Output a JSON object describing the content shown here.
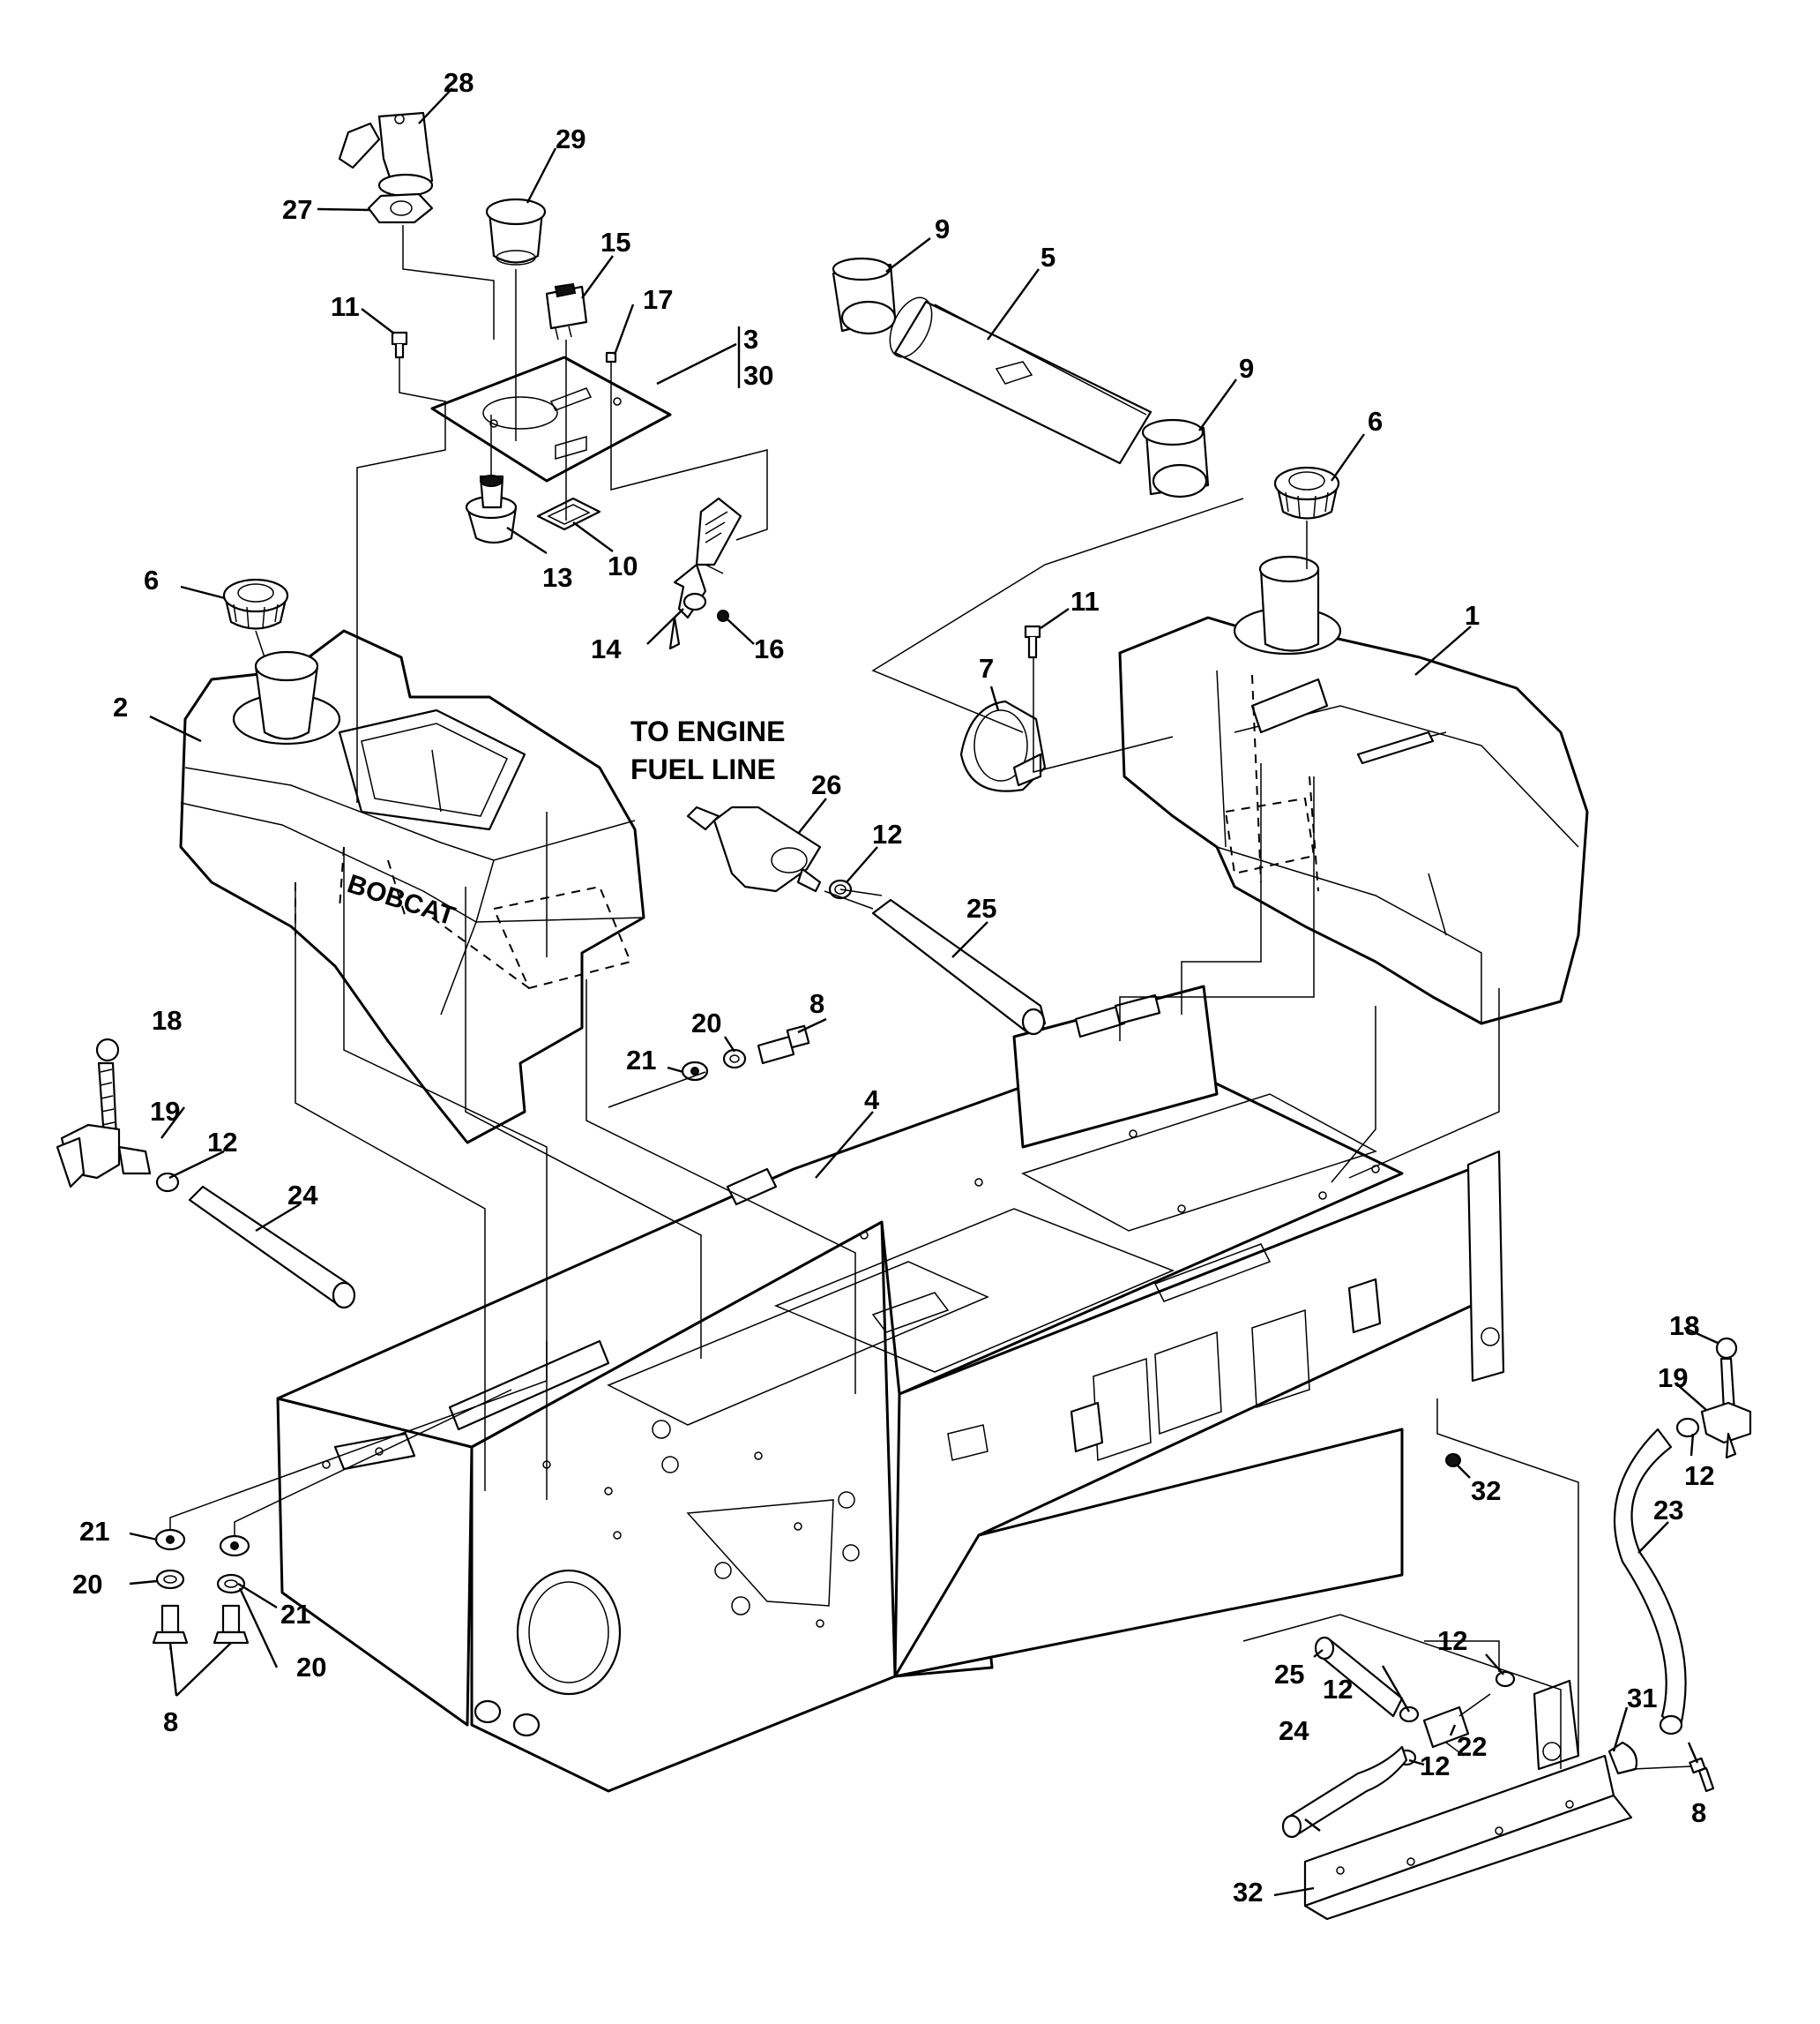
{
  "note": {
    "line1": "TO ENGINE",
    "line2": "FUEL LINE"
  },
  "brand_text": "BOBCAT",
  "callouts": [
    {
      "id": "c28",
      "label": "28"
    },
    {
      "id": "c29",
      "label": "29"
    },
    {
      "id": "c27",
      "label": "27"
    },
    {
      "id": "c15",
      "label": "15"
    },
    {
      "id": "c11a",
      "label": "11"
    },
    {
      "id": "c17",
      "label": "17"
    },
    {
      "id": "c3",
      "label": "3"
    },
    {
      "id": "c30",
      "label": "30"
    },
    {
      "id": "c13",
      "label": "13"
    },
    {
      "id": "c10",
      "label": "10"
    },
    {
      "id": "c14",
      "label": "14"
    },
    {
      "id": "c16",
      "label": "16"
    },
    {
      "id": "c9a",
      "label": "9"
    },
    {
      "id": "c5",
      "label": "5"
    },
    {
      "id": "c9b",
      "label": "9"
    },
    {
      "id": "c6a",
      "label": "6"
    },
    {
      "id": "c6b",
      "label": "6"
    },
    {
      "id": "c2",
      "label": "2"
    },
    {
      "id": "c1",
      "label": "1"
    },
    {
      "id": "c11b",
      "label": "11"
    },
    {
      "id": "c7",
      "label": "7"
    },
    {
      "id": "c26",
      "label": "26"
    },
    {
      "id": "c12a",
      "label": "12"
    },
    {
      "id": "c25a",
      "label": "25"
    },
    {
      "id": "c20a",
      "label": "20"
    },
    {
      "id": "c8a",
      "label": "8"
    },
    {
      "id": "c21a",
      "label": "21"
    },
    {
      "id": "c4",
      "label": "4"
    },
    {
      "id": "c18a",
      "label": "18"
    },
    {
      "id": "c19a",
      "label": "19"
    },
    {
      "id": "c12b",
      "label": "12"
    },
    {
      "id": "c24a",
      "label": "24"
    },
    {
      "id": "c18b",
      "label": "18"
    },
    {
      "id": "c19b",
      "label": "19"
    },
    {
      "id": "c12c",
      "label": "12"
    },
    {
      "id": "c32a",
      "label": "32"
    },
    {
      "id": "c23",
      "label": "23"
    },
    {
      "id": "c21b",
      "label": "21"
    },
    {
      "id": "c20b",
      "label": "20"
    },
    {
      "id": "c21c",
      "label": "21"
    },
    {
      "id": "c20c",
      "label": "20"
    },
    {
      "id": "c8b",
      "label": "8"
    },
    {
      "id": "c12d",
      "label": "12"
    },
    {
      "id": "c25b",
      "label": "25"
    },
    {
      "id": "c12e",
      "label": "12"
    },
    {
      "id": "c31",
      "label": "31"
    },
    {
      "id": "c24b",
      "label": "24"
    },
    {
      "id": "c12f",
      "label": "12"
    },
    {
      "id": "c22",
      "label": "22"
    },
    {
      "id": "c8c",
      "label": "8"
    },
    {
      "id": "c32b",
      "label": "32"
    }
  ]
}
